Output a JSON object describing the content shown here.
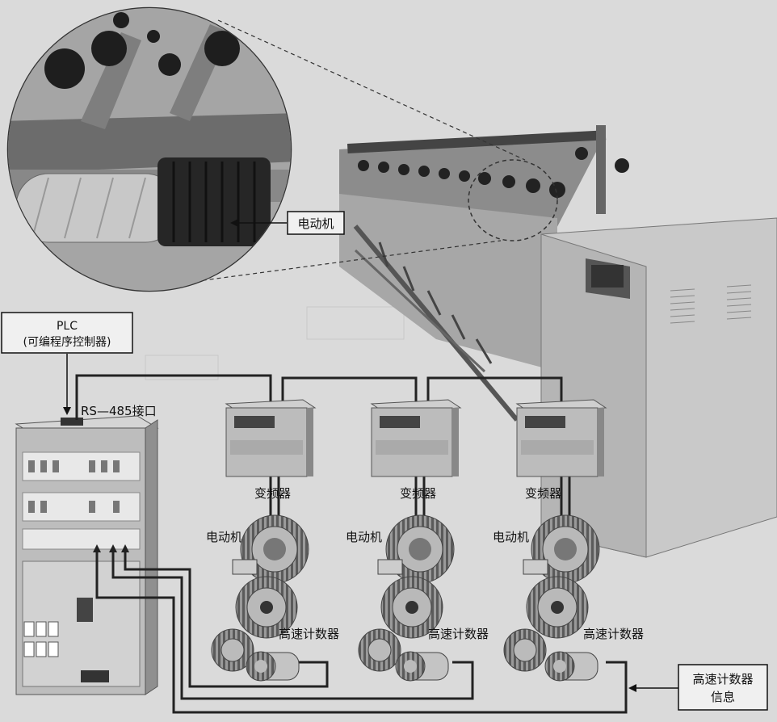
{
  "labels": {
    "motor_callout": "电动机",
    "plc_line1": "PLC",
    "plc_line2": "(可编程序控制器)",
    "rs485": "RS—485接口",
    "inverter": "变频器",
    "motor": "电动机",
    "counter": "高速计数器",
    "counter_info_line1": "高速计数器",
    "counter_info_line2": "信息"
  },
  "units": [
    {
      "inverter_label": "变频器",
      "motor_label": "电动机",
      "counter_label": "高速计数器"
    },
    {
      "inverter_label": "变频器",
      "motor_label": "电动机",
      "counter_label": "高速计数器"
    },
    {
      "inverter_label": "变频器",
      "motor_label": "电动机",
      "counter_label": "高速计数器"
    }
  ],
  "colors": {
    "background": "#d9d9d9",
    "line": "#222222",
    "cabinet": "#b8b8b8",
    "device": "#9e9e9e"
  }
}
